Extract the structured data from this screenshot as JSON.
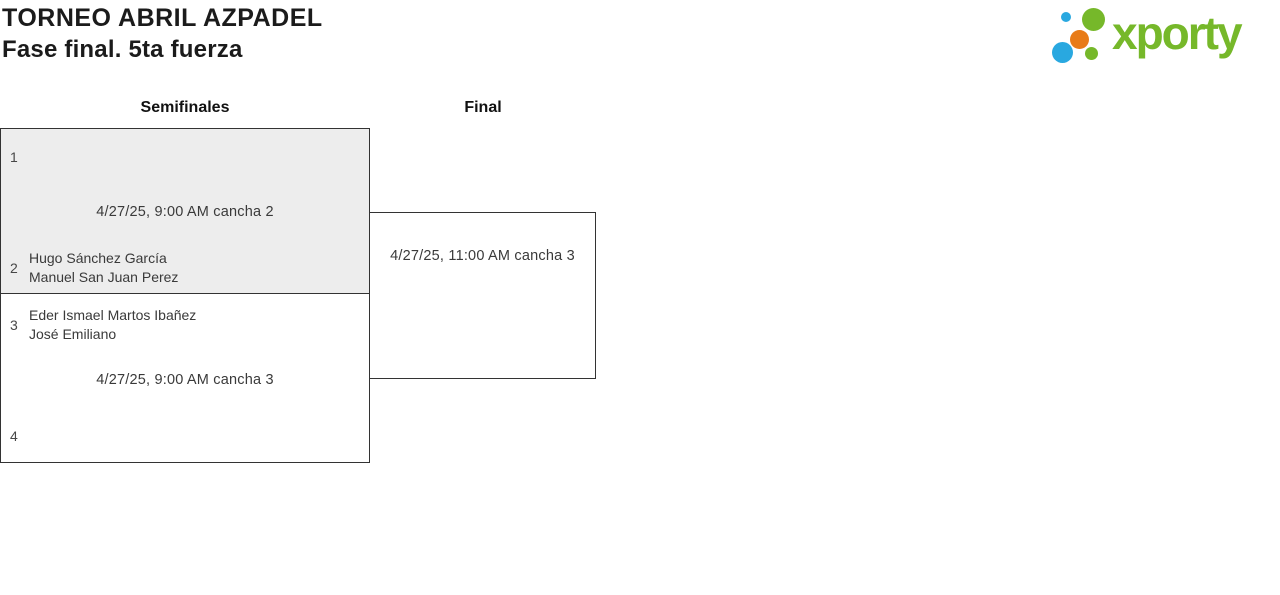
{
  "header": {
    "title": "TORNEO ABRIL AZPADEL",
    "subtitle": "Fase final. 5ta fuerza"
  },
  "logo": {
    "wordmark": "xporty",
    "colors": {
      "green": "#76b82a",
      "blue": "#29a8e0",
      "orange": "#e87b17"
    }
  },
  "bracket": {
    "rounds": [
      {
        "label": "Semifinales"
      },
      {
        "label": "Final"
      }
    ],
    "matches": [
      {
        "round": "Semifinales",
        "schedule": "4/27/25, 9:00 AM cancha 2",
        "slots": [
          {
            "seed": "1",
            "players": []
          },
          {
            "seed": "2",
            "players": [
              "Hugo Sánchez García",
              "Manuel San Juan Perez"
            ]
          }
        ]
      },
      {
        "round": "Semifinales",
        "schedule": "4/27/25, 9:00 AM cancha 3",
        "slots": [
          {
            "seed": "3",
            "players": [
              "Eder Ismael Martos Ibañez",
              "José Emiliano"
            ]
          },
          {
            "seed": "4",
            "players": []
          }
        ]
      },
      {
        "round": "Final",
        "schedule": "4/27/25, 11:00 AM cancha 3",
        "slots": []
      }
    ]
  }
}
